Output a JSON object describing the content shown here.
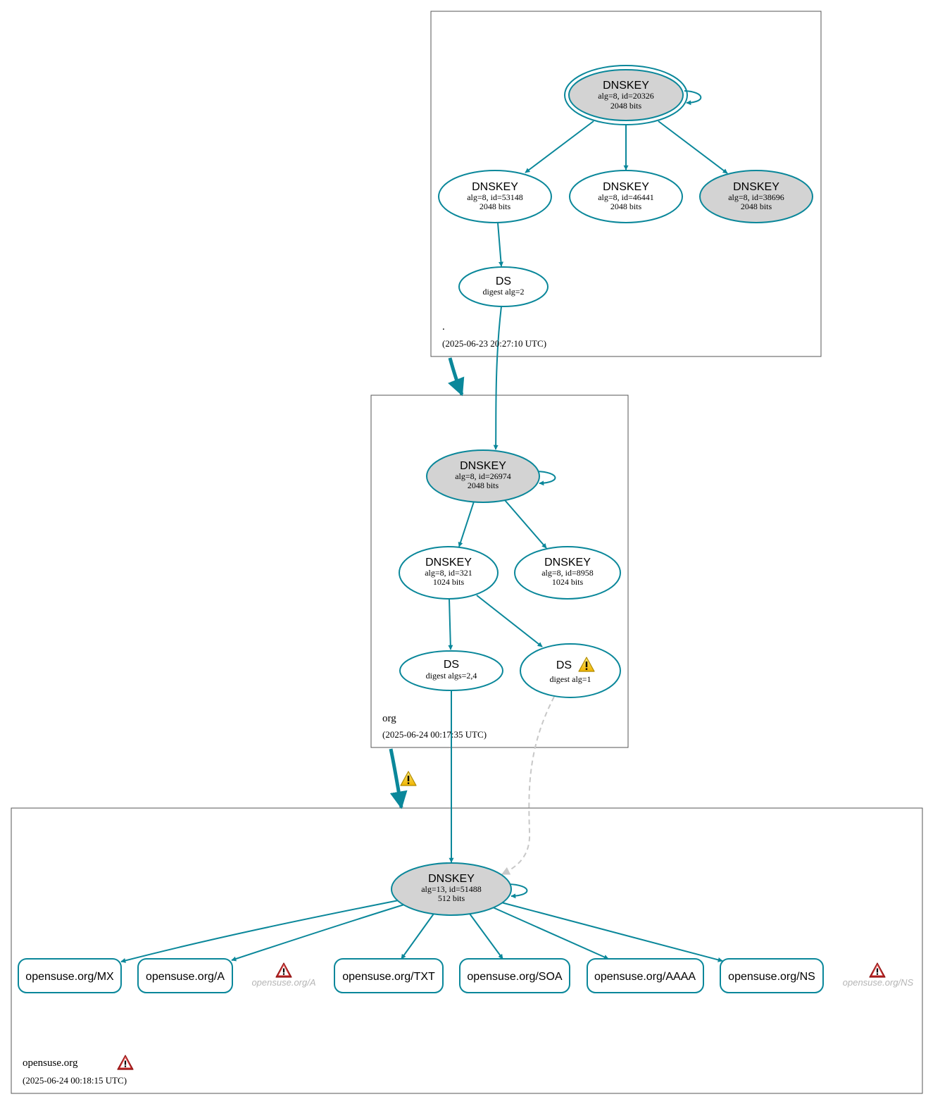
{
  "zones": {
    "root": {
      "name": ".",
      "date": "(2025-06-23 20:27:10 UTC)"
    },
    "org": {
      "name": "org",
      "date": "(2025-06-24 00:17:35 UTC)"
    },
    "opensuse": {
      "name": "opensuse.org",
      "date": "(2025-06-24 00:18:15 UTC)"
    }
  },
  "nodes": {
    "root_ksk": {
      "title": "DNSKEY",
      "line1": "alg=8, id=20326",
      "line2": "2048 bits"
    },
    "root_zsk1": {
      "title": "DNSKEY",
      "line1": "alg=8, id=53148",
      "line2": "2048 bits"
    },
    "root_zsk2": {
      "title": "DNSKEY",
      "line1": "alg=8, id=46441",
      "line2": "2048 bits"
    },
    "root_key3": {
      "title": "DNSKEY",
      "line1": "alg=8, id=38696",
      "line2": "2048 bits"
    },
    "root_ds": {
      "title": "DS",
      "line1": "digest alg=2"
    },
    "org_ksk": {
      "title": "DNSKEY",
      "line1": "alg=8, id=26974",
      "line2": "2048 bits"
    },
    "org_zsk1": {
      "title": "DNSKEY",
      "line1": "alg=8, id=321",
      "line2": "1024 bits"
    },
    "org_zsk2": {
      "title": "DNSKEY",
      "line1": "alg=8, id=8958",
      "line2": "1024 bits"
    },
    "org_ds1": {
      "title": "DS",
      "line1": "digest algs=2,4"
    },
    "org_ds2": {
      "title": "DS",
      "line1": "digest alg=1"
    },
    "os_key": {
      "title": "DNSKEY",
      "line1": "alg=13, id=51488",
      "line2": "512 bits"
    }
  },
  "records": {
    "mx": "opensuse.org/MX",
    "a": "opensuse.org/A",
    "txt": "opensuse.org/TXT",
    "soa": "opensuse.org/SOA",
    "aaaa": "opensuse.org/AAAA",
    "ns": "opensuse.org/NS"
  },
  "ghost_records": {
    "a": "opensuse.org/A",
    "ns": "opensuse.org/NS"
  },
  "colors": {
    "edge": "#0a879a",
    "filled_node": "#d3d3d3",
    "dashed_edge": "#c8c8c8",
    "warning_yellow": "#f4cf26",
    "error_red": "#d12c2c"
  },
  "icons": {
    "warning": "warning-triangle-icon",
    "error": "error-triangle-icon"
  }
}
